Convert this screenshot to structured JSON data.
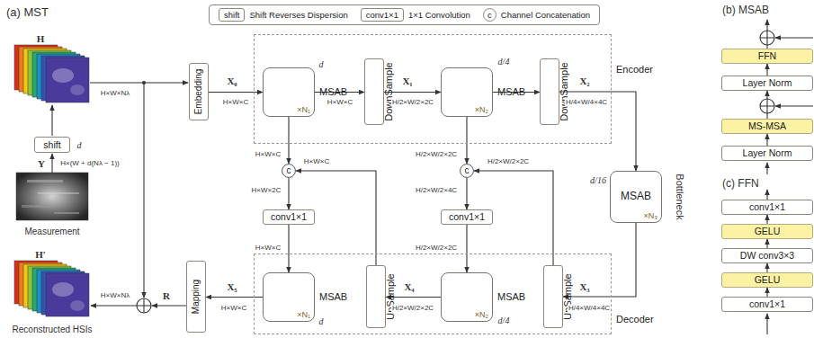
{
  "diagram": {
    "nodes": [
      {
        "text": [
          "shift"
        ]
      },
      {
        "text": [
          "Embedding"
        ]
      },
      {
        "text": [
          "Encoder"
        ]
      },
      {
        "text": [
          "MSAB",
          "×N₁"
        ],
        "in": 2
      },
      {
        "text": [
          "DownSample"
        ],
        "in": 2
      },
      {
        "text": [
          "MSAB",
          "×N₂"
        ],
        "in": 2
      },
      {
        "text": [
          "DownSample"
        ],
        "in": 2
      },
      {
        "text": [
          "c"
        ]
      },
      {
        "text": [
          "conv1×1"
        ]
      },
      {
        "text": [
          "c"
        ]
      },
      {
        "text": [
          "conv1×1"
        ]
      },
      {
        "text": [
          "MSAB",
          "×N₃"
        ]
      },
      {
        "text": [
          "Decoder"
        ]
      },
      {
        "text": [
          "MSAB",
          "×N₁"
        ],
        "in": 12
      },
      {
        "text": [
          "UpSample"
        ],
        "in": 12
      },
      {
        "text": [
          "MSAB",
          "×N₂"
        ],
        "in": 12
      },
      {
        "text": [
          "UpSample"
        ],
        "in": 12
      },
      {
        "text": [
          "Mapping"
        ]
      },
      {
        "text": [
          "FFN"
        ]
      },
      {
        "text": [
          "Layer Norm"
        ]
      },
      {
        "text": [
          "MS-MSA"
        ]
      },
      {
        "text": [
          "Layer Norm"
        ]
      },
      {
        "text": [
          "conv1×1"
        ]
      },
      {
        "text": [
          "GELU"
        ]
      },
      {
        "text": [
          "DW conv3×3"
        ]
      },
      {
        "text": [
          "GELU"
        ]
      },
      {
        "text": [
          "conv1×1"
        ]
      }
    ],
    "edges": [
      {
        "from": 1,
        "to": 3,
        "arrow": "to"
      },
      {
        "from": 3,
        "to": 4,
        "arrow": "to"
      },
      {
        "from": 4,
        "to": 5,
        "arrow": "to"
      },
      {
        "from": 5,
        "to": 6,
        "arrow": "to"
      },
      {
        "from": 6,
        "to": 11,
        "arrow": "to"
      },
      {
        "from": 3,
        "to": 7,
        "arrow": "to"
      },
      {
        "from": 7,
        "to": 8,
        "arrow": "to"
      },
      {
        "from": 8,
        "to": 13,
        "arrow": "to"
      },
      {
        "from": 5,
        "to": 9,
        "arrow": "to"
      },
      {
        "from": 9,
        "to": 10,
        "arrow": "to"
      },
      {
        "from": 10,
        "to": 15,
        "arrow": "to"
      },
      {
        "from": 11,
        "to": 16,
        "arrow": "to"
      },
      {
        "from": 16,
        "to": 9,
        "arrow": "to"
      },
      {
        "from": 15,
        "to": 14,
        "arrow": "to"
      },
      {
        "from": 14,
        "to": 7,
        "arrow": "to"
      },
      {
        "from": 13,
        "to": 17,
        "arrow": "to"
      },
      {
        "from": 21,
        "to": 20,
        "arrow": "to"
      },
      {
        "from": 20,
        "to": 19,
        "arrow": "to"
      },
      {
        "from": 19,
        "to": 18,
        "arrow": "to"
      },
      {
        "from": 26,
        "to": 25,
        "arrow": "to"
      },
      {
        "from": 25,
        "to": 24,
        "arrow": "to"
      },
      {
        "from": 24,
        "to": 23,
        "arrow": "to"
      },
      {
        "from": 23,
        "to": 22,
        "arrow": "to"
      }
    ],
    "labels": [
      "(a) MST",
      "shift",
      "conv1×1",
      "c",
      "H",
      "H×W×Nλ",
      "d",
      "Y",
      "H×(W + d(Nλ − 1))",
      "Measurement",
      "H′",
      "Reconstructed HSIs",
      "H×W×Nλ",
      "R",
      "X₀",
      "H×W×C",
      "d",
      "H×W×C",
      "X₁",
      "H/2×W/2×2C",
      "d/4",
      "X₂",
      "H/4×W/4×4C",
      "d/16",
      "Bottleneck",
      "H×W×C",
      "H×W×C",
      "H×W×2C",
      "H×W×C",
      "H/2×W/2×2C",
      "H/2×W/2×2C",
      "H/2×W/2×4C",
      "H/2×W/2×2C",
      "X₅",
      "H×W×C",
      "d",
      "X₄",
      "H/2×W/2×2C",
      "d/4",
      "X₃",
      "H/4×W/4×4C",
      "(b) MSAB",
      "(c) FFN"
    ],
    "legend": [
      {
        "text": "Shift Reverses Dispersion"
      },
      {
        "text": "1×1 Convolution"
      },
      {
        "text": "Channel Concatenation"
      }
    ]
  }
}
